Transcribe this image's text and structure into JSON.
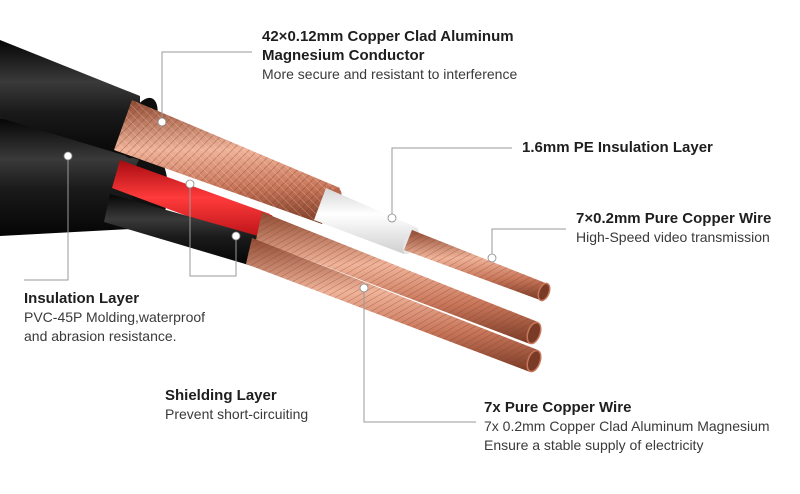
{
  "callouts": {
    "conductor": {
      "title_line1": "42×0.12mm Copper Clad Aluminum",
      "title_line2": "Magnesium Conductor",
      "desc": "More secure and resistant to interference"
    },
    "pe_insulation": {
      "title": "1.6mm PE Insulation Layer"
    },
    "copper_wire_7x02": {
      "title": "7×0.2mm Pure Copper Wire",
      "desc": "High-Speed video transmission"
    },
    "insulation_layer": {
      "title": "Insulation Layer",
      "desc_line1": "PVC-45P Molding,waterproof",
      "desc_line2": "and abrasion resistance."
    },
    "shielding_layer": {
      "title": "Shielding Layer",
      "desc": "Prevent short-circuiting"
    },
    "power_wire": {
      "title": "7x Pure Copper Wire",
      "desc_line1": "7x 0.2mm Copper Clad Aluminum Magnesium",
      "desc_line2": "Ensure a stable supply of electricity"
    }
  },
  "colors": {
    "jacket": "#1b1b1b",
    "copper": "#c8765a",
    "copper_dark": "#8f4a32",
    "copper_light": "#f0b49a",
    "pe_insulation": "#f3f3f3",
    "red_insulation": "#e0161c",
    "leader_line": "#9a9a9a",
    "dot": "#ffffff"
  }
}
